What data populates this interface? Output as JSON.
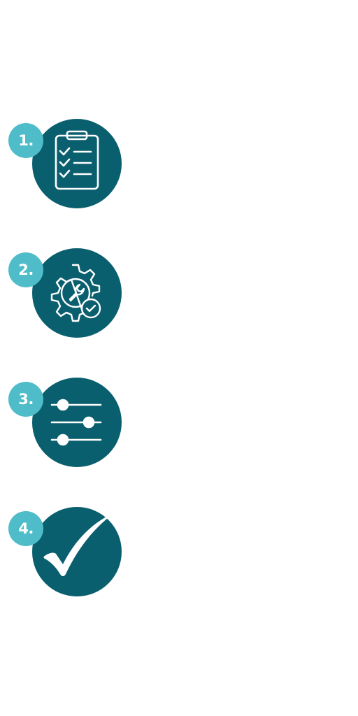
{
  "steps": [
    {
      "number": "1.",
      "icon": "checklist-clipboard-icon"
    },
    {
      "number": "2.",
      "icon": "gear-wrench-check-icon"
    },
    {
      "number": "3.",
      "icon": "sliders-icon"
    },
    {
      "number": "4.",
      "icon": "checkmark-icon"
    }
  ],
  "colors": {
    "circle": "#0a5f6f",
    "badge": "#4fbdc9",
    "icon_stroke": "#ffffff",
    "background": "#ffffff"
  }
}
